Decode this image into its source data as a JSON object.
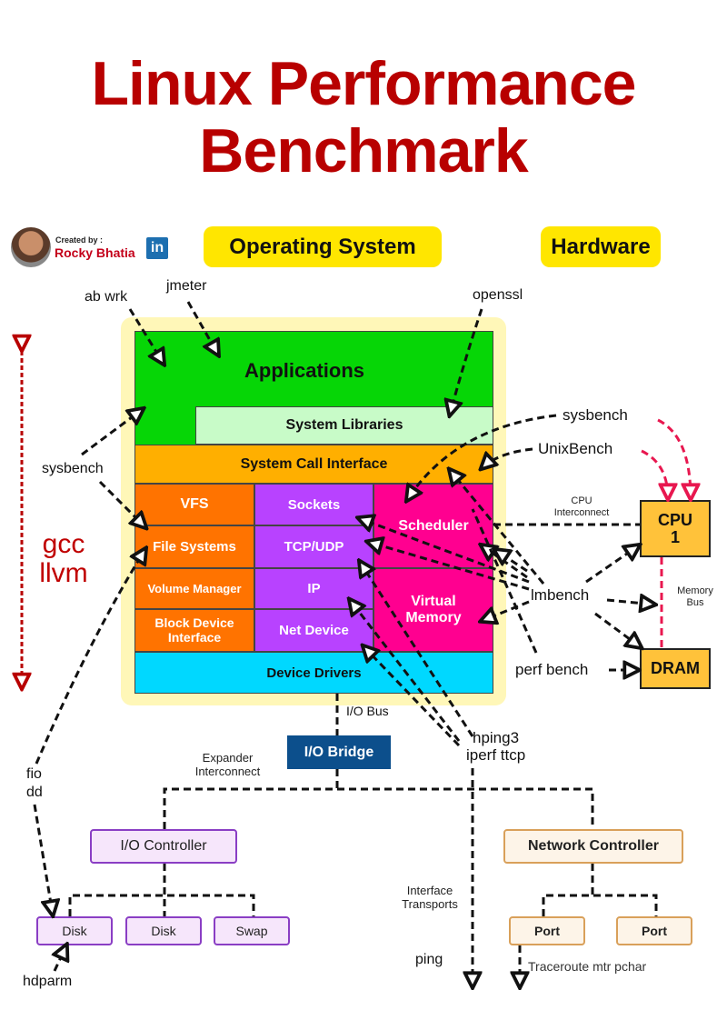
{
  "title": {
    "line1": "Linux Performance",
    "line2": "Benchmark"
  },
  "colors": {
    "title": "#b80000",
    "pill": "#ffe600",
    "applications": "#06d606",
    "system_libraries": "#c8fbc8",
    "system_call_interface": "#ffaf00",
    "storage_stack": "#ff7300",
    "network_stack": "#b842ff",
    "scheduler_vm": "#ff0090",
    "device_drivers": "#00d8ff",
    "hardware_box": "#ffc23a",
    "io_bridge": "#0c4f8c",
    "hw_arrow": "#e8174f"
  },
  "creator": {
    "label": "Created by :",
    "name": "Rocky Bhatia",
    "linkedin_icon": "in"
  },
  "headers": {
    "os": "Operating System",
    "hardware": "Hardware"
  },
  "os_stack": {
    "applications": "Applications",
    "system_libraries": "System Libraries",
    "system_call_interface": "System Call Interface",
    "storage": [
      "VFS",
      "File Systems",
      "Volume Manager",
      "Block Device Interface"
    ],
    "network": [
      "Sockets",
      "TCP/UDP",
      "IP",
      "Net Device"
    ],
    "scheduler": "Scheduler",
    "virtual_memory": "Virtual Memory",
    "device_drivers": "Device Drivers"
  },
  "hardware": {
    "cpu": "CPU\n1",
    "cpu_line1": "CPU",
    "cpu_line2": "1",
    "dram": "DRAM",
    "cpu_interconnect": [
      "CPU",
      "Interconnect"
    ],
    "memory_bus": [
      "Memory",
      "Bus"
    ]
  },
  "tools": {
    "ab_wrk": "ab wrk",
    "jmeter": "jmeter",
    "openssl": "openssl",
    "sysbench_left": "sysbench",
    "sysbench_right": "sysbench",
    "unixbench": "UnixBench",
    "lmbench": "lmbench",
    "perf_bench": "perf bench",
    "hping3": "hping3",
    "iperf_ttcp": "iperf ttcp",
    "fio": "fio",
    "dd": "dd",
    "hdparm": "hdparm",
    "ping": "ping",
    "traceroute": "Traceroute mtr pchar",
    "gcc": "gcc",
    "llvm": "llvm"
  },
  "io": {
    "io_bus": "I/O Bus",
    "io_bridge": "I/O Bridge",
    "expander": [
      "Expander",
      "Interconnect"
    ],
    "io_controller": "I/O Controller",
    "network_controller": "Network Controller",
    "interface_transports": [
      "Interface",
      "Transports"
    ],
    "devices": [
      "Disk",
      "Disk",
      "Swap"
    ],
    "ports": [
      "Port",
      "Port"
    ]
  }
}
